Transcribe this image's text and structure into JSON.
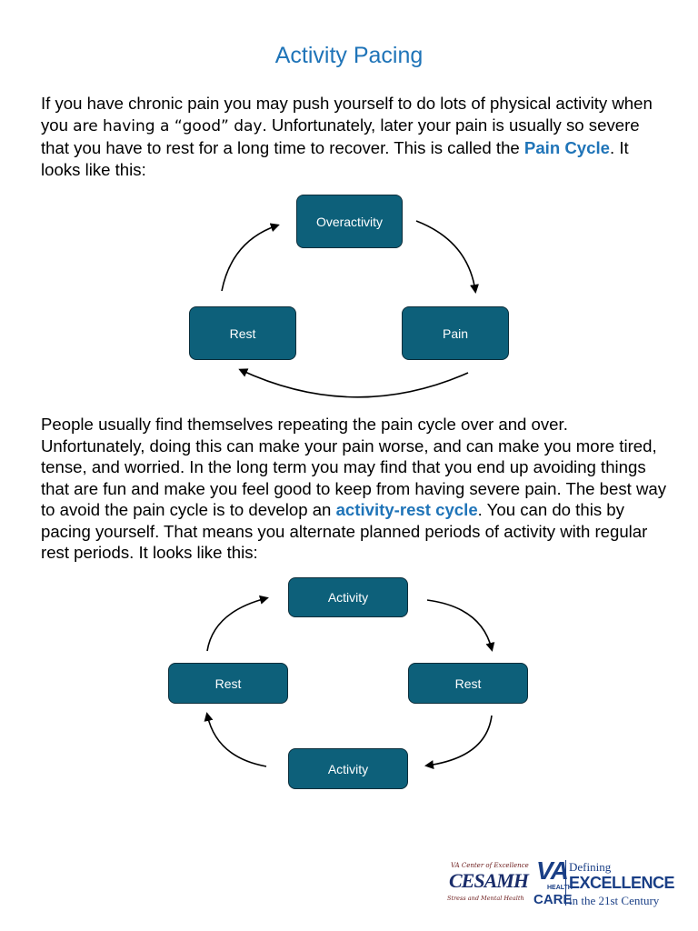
{
  "title": "Activity Pacing",
  "paragraph1": {
    "lead": "If you have chronic pain you may push yourself to do lots of physical activity when you ",
    "good_day": "are having a “good” day",
    "middle": ".  Unfortunately, later your pain is usually so severe that you have to rest for a long time to recover.  This is called the ",
    "pain_cycle": "Pain Cycle",
    "tail": ".  It looks like this:"
  },
  "pain_cycle_diagram": {
    "top": "Overactivity",
    "left": "Rest",
    "right": "Pain"
  },
  "paragraph2": {
    "lead": "People usually find themselves repeating the pain cycle over and over.  Unfortunately, doing this can make your pain worse, and can make you more tired, tense, and worried.  In the long term you may find that you end up avoiding things that are fun and make you feel good to keep from having severe pain.  The best way to avoid the pain cycle is to develop an ",
    "activity_rest_cycle": "activity-rest cycle",
    "tail": ".  You can do this by pacing yourself.  That means you alternate planned periods of activity with regular rest periods.  It looks like this:"
  },
  "activity_rest_diagram": {
    "top": "Activity",
    "left": "Rest",
    "right": "Rest",
    "bottom": "Activity"
  },
  "footer_logo": {
    "center_top": "VA Center of Excellence",
    "center_main": "CESAMH",
    "center_bottom": "Stress and Mental Health",
    "va": "VA",
    "health": "HEALTH",
    "care": "CARE",
    "defining": "Defining",
    "excellence": "EXCELLENCE",
    "century": "in the 21st Century"
  },
  "colors": {
    "title_blue": "#1f74b8",
    "node_fill": "#0d607a",
    "node_border": "#0b2d3a",
    "logo_navy": "#1a3f86",
    "logo_maroon": "#6b1a1a"
  }
}
